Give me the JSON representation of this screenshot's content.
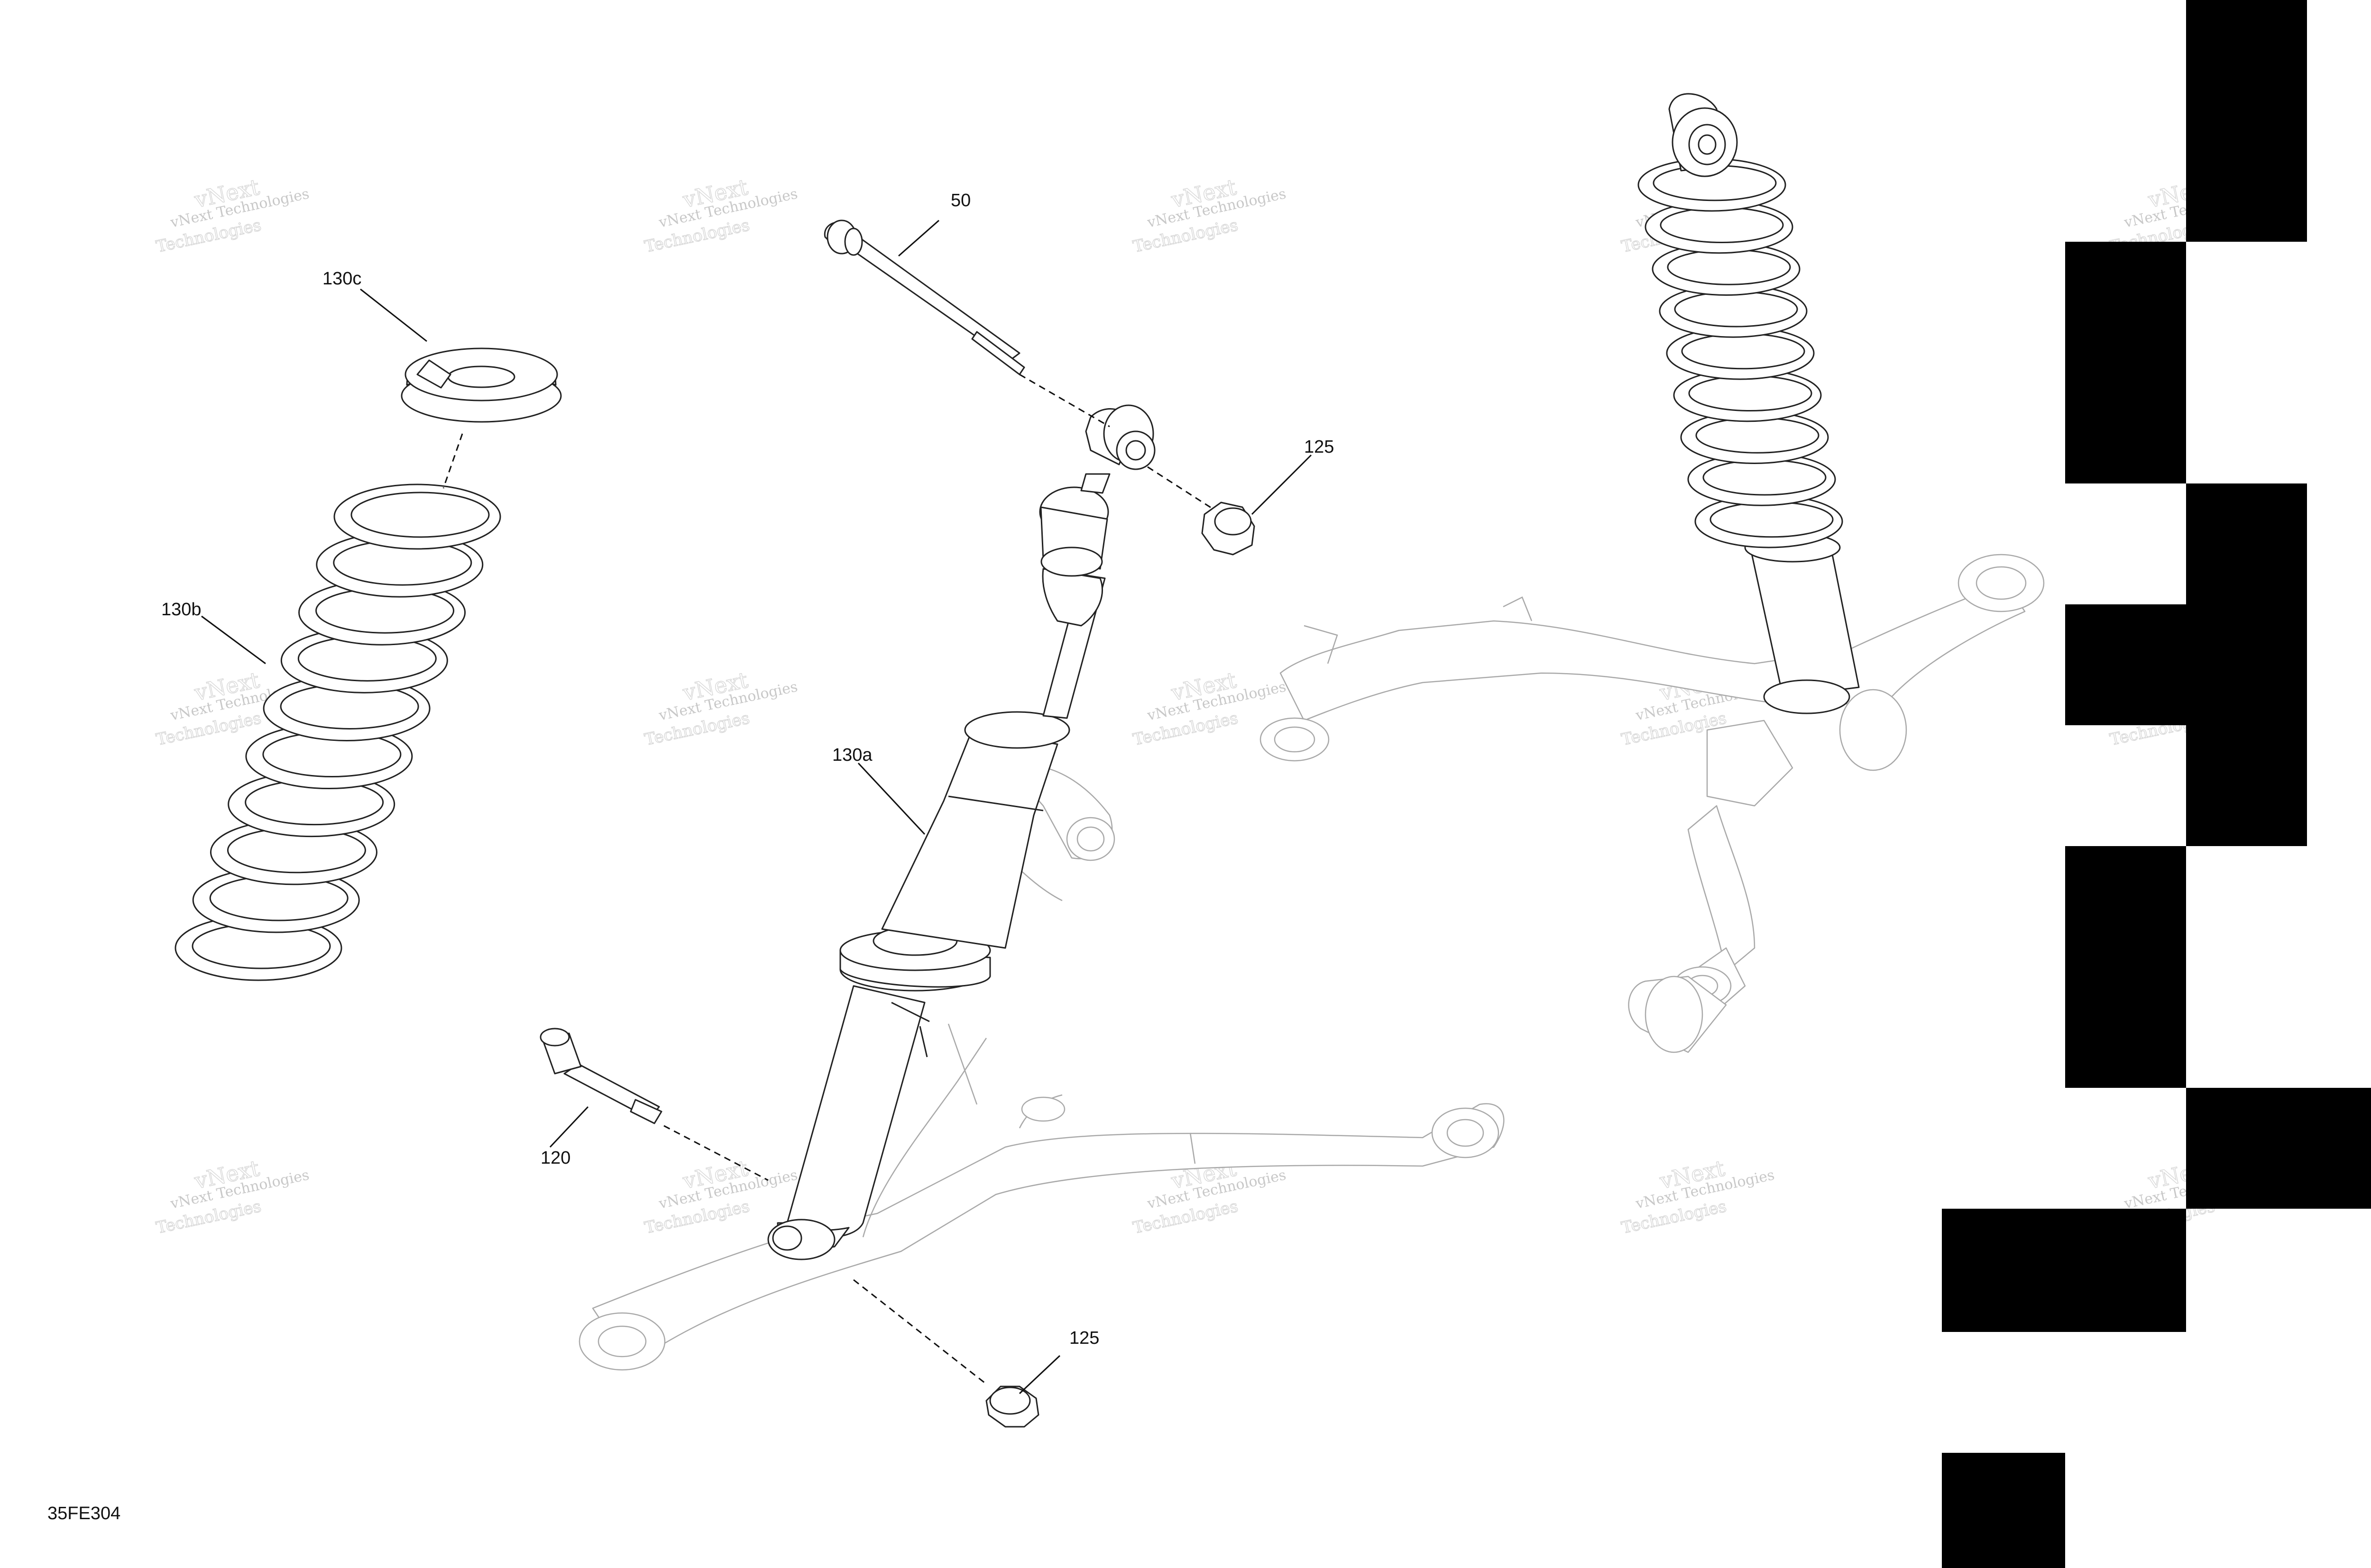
{
  "diagram": {
    "code": "35FE304",
    "watermark": {
      "line1": "vNext Technologies",
      "line2": "vNext",
      "line3": "Technologies"
    },
    "callouts": {
      "c50": "50",
      "c125_top": "125",
      "c125_bottom": "125",
      "c120": "120",
      "c130a": "130a",
      "c130b": "130b",
      "c130c": "130c"
    }
  }
}
